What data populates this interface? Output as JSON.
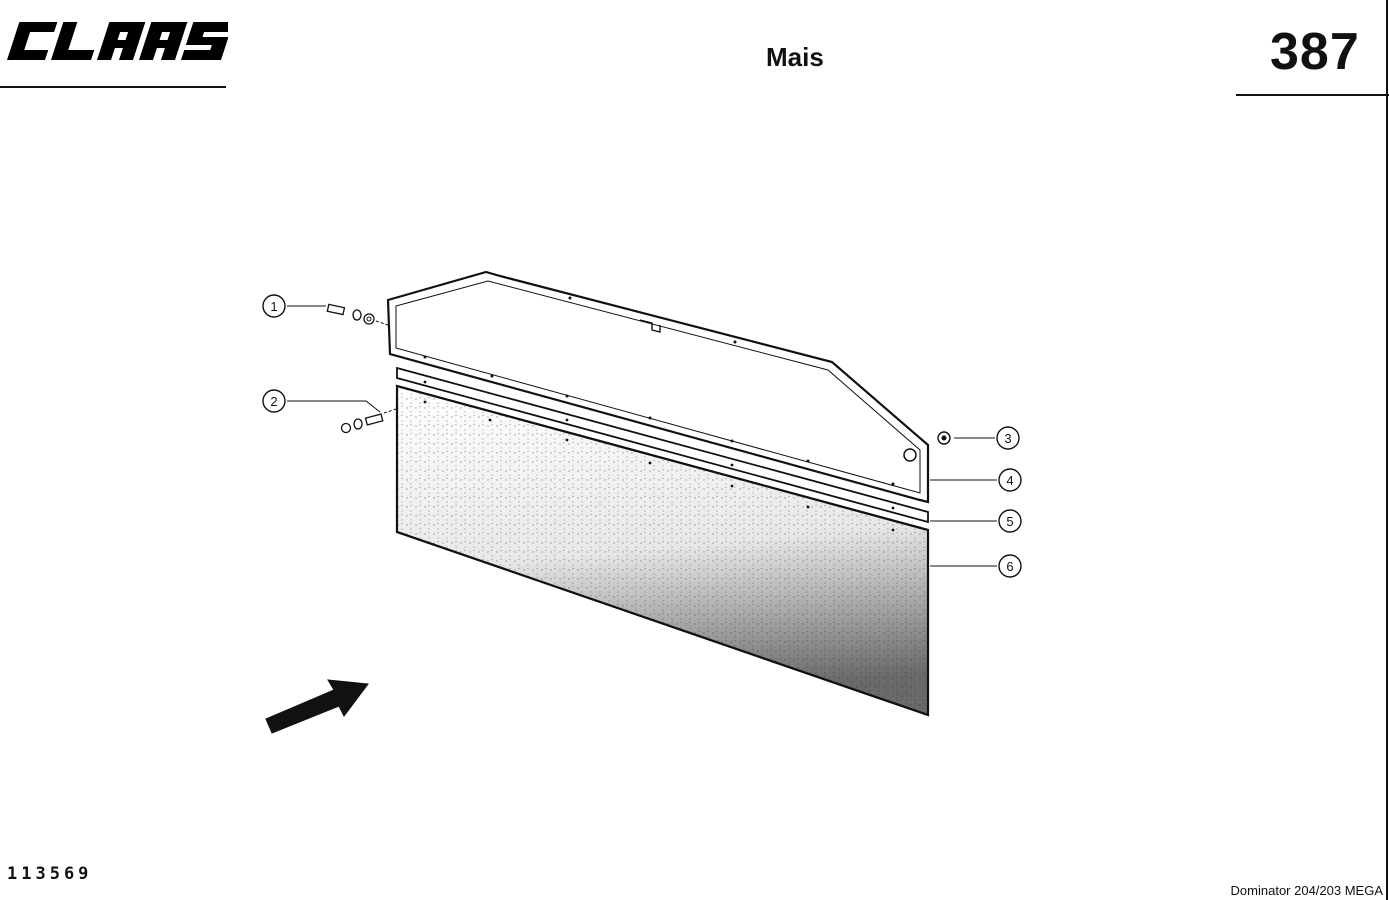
{
  "header": {
    "brand": "CLAAS",
    "section_title": "Mais",
    "page_number": "387"
  },
  "callouts": [
    {
      "label": "1"
    },
    {
      "label": "2"
    },
    {
      "label": "3"
    },
    {
      "label": "4"
    },
    {
      "label": "5"
    },
    {
      "label": "6"
    }
  ],
  "footer": {
    "drawing_number": "113569",
    "model_name": "Dominator 204/203 MEGA"
  }
}
